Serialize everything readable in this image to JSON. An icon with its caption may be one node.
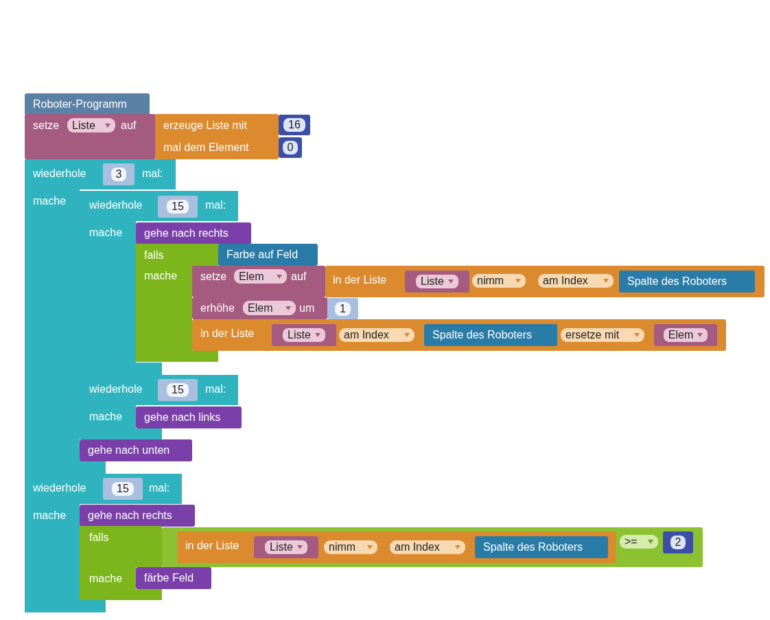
{
  "diagram": {
    "nodes": [
      {
        "text": [
          "Roboter-Programm"
        ]
      },
      {
        "text": [
          "setze",
          "auf"
        ]
      },
      {
        "text": [
          "Liste"
        ],
        "in": 1
      },
      {
        "text": [
          "erzeuge Liste mit",
          "mal dem Element"
        ]
      },
      {
        "text": [
          "16"
        ]
      },
      {
        "text": [
          "0"
        ]
      },
      {
        "text": [
          "wiederhole",
          "mal:",
          "mache"
        ]
      },
      {
        "text": [
          "3"
        ],
        "in": 6
      },
      {
        "text": [
          "wiederhole",
          "mal:",
          "mache"
        ]
      },
      {
        "text": [
          "15"
        ],
        "in": 8
      },
      {
        "text": [
          "gehe nach rechts"
        ],
        "in": 8
      },
      {
        "text": [
          "falls",
          "mache"
        ],
        "in": 8
      },
      {
        "text": [
          "Farbe auf Feld"
        ]
      },
      {
        "text": [
          "setze",
          "auf"
        ]
      },
      {
        "text": [
          "Elem"
        ],
        "in": 13
      },
      {
        "text": [
          "in der Liste"
        ]
      },
      {
        "text": [
          "Liste"
        ],
        "in": 15
      },
      {
        "text": [
          "nimm"
        ],
        "in": 15
      },
      {
        "text": [
          "am Index"
        ],
        "in": 15
      },
      {
        "text": [
          "Spalte des Roboters"
        ],
        "in": 15
      },
      {
        "text": [
          "erhöhe",
          "um"
        ]
      },
      {
        "text": [
          "Elem"
        ],
        "in": 20
      },
      {
        "text": [
          "1"
        ]
      },
      {
        "text": [
          "in der Liste"
        ]
      },
      {
        "text": [
          "Liste"
        ],
        "in": 23
      },
      {
        "text": [
          "am Index"
        ],
        "in": 23
      },
      {
        "text": [
          "Spalte des Roboters"
        ],
        "in": 23
      },
      {
        "text": [
          "ersetze mit"
        ],
        "in": 23
      },
      {
        "text": [
          "Elem"
        ],
        "in": 23
      },
      {
        "text": [
          "wiederhole",
          "mal:",
          "mache"
        ]
      },
      {
        "text": [
          "15"
        ],
        "in": 29
      },
      {
        "text": [
          "gehe nach links"
        ],
        "in": 29
      },
      {
        "text": [
          "gehe nach unten"
        ],
        "in": 6
      },
      {
        "text": [
          "wiederhole",
          "mal:",
          "mache"
        ]
      },
      {
        "text": [
          "15"
        ],
        "in": 33
      },
      {
        "text": [
          "gehe nach rechts"
        ],
        "in": 33
      },
      {
        "text": [
          "falls",
          "mache"
        ],
        "in": 33
      },
      {
        "text": [],
        "shape": "box"
      },
      {
        "text": [
          "in der Liste"
        ],
        "in": 37
      },
      {
        "text": [
          "Liste"
        ],
        "in": 38
      },
      {
        "text": [
          "nimm"
        ],
        "in": 38
      },
      {
        "text": [
          "am Index"
        ],
        "in": 38
      },
      {
        "text": [
          "Spalte des Roboters"
        ],
        "in": 38
      },
      {
        "text": [
          ">="
        ],
        "in": 37
      },
      {
        "text": [
          "2"
        ],
        "in": 37
      },
      {
        "text": [
          "färbe Feld"
        ]
      }
    ]
  }
}
